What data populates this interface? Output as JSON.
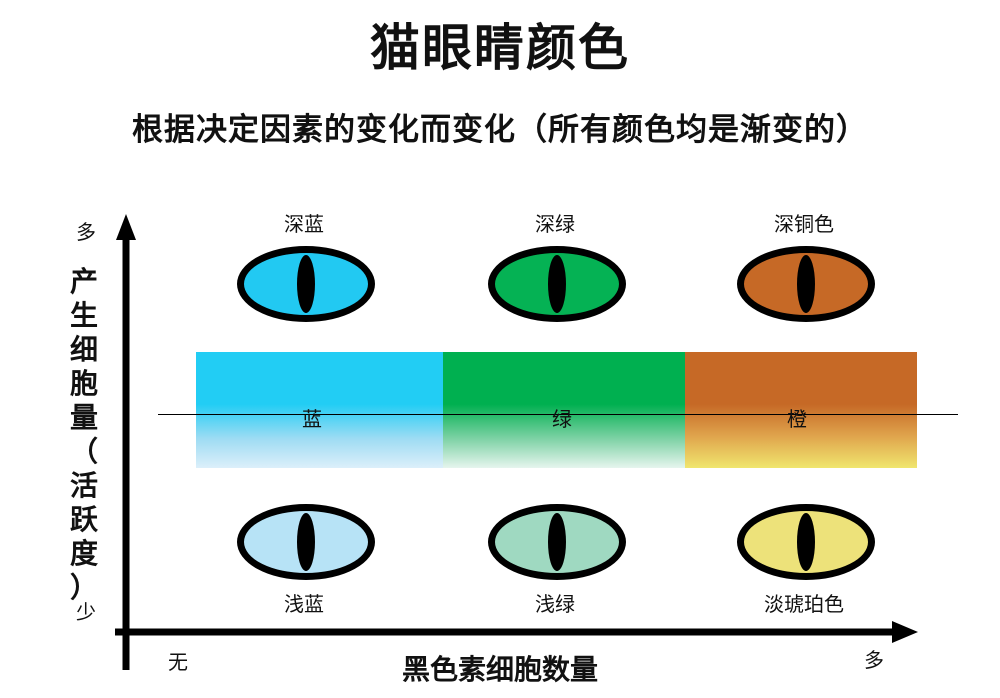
{
  "title": "猫眼睛颜色",
  "subtitle": "根据决定因素的变化而变化（所有颜色均是渐变的）",
  "axes": {
    "y_label": [
      "产",
      "生",
      "细",
      "胞",
      "量",
      "（",
      "活",
      "跃",
      "度",
      "）"
    ],
    "y_top": "多",
    "y_bottom": "少",
    "x_label": "黑色素细胞数量",
    "x_left": "无",
    "x_right": "多"
  },
  "top_eyes": [
    {
      "label": "深蓝",
      "color": "#22c9f2"
    },
    {
      "label": "深绿",
      "color": "#05b254"
    },
    {
      "label": "深铜色",
      "color": "#c66926"
    }
  ],
  "bands": [
    {
      "label": "蓝",
      "top_color": "#22cdf4",
      "bottom_color": "#dceffa"
    },
    {
      "label": "绿",
      "top_color": "#00b050",
      "bottom_color": "#e6f5ee"
    },
    {
      "label": "橙",
      "top_color": "#c66926",
      "bottom_color": "#f0e66e"
    }
  ],
  "bottom_eyes": [
    {
      "label": "浅蓝",
      "color": "#b7e3f6"
    },
    {
      "label": "浅绿",
      "color": "#9fd9c1"
    },
    {
      "label": "淡琥珀色",
      "color": "#ede27a"
    }
  ]
}
